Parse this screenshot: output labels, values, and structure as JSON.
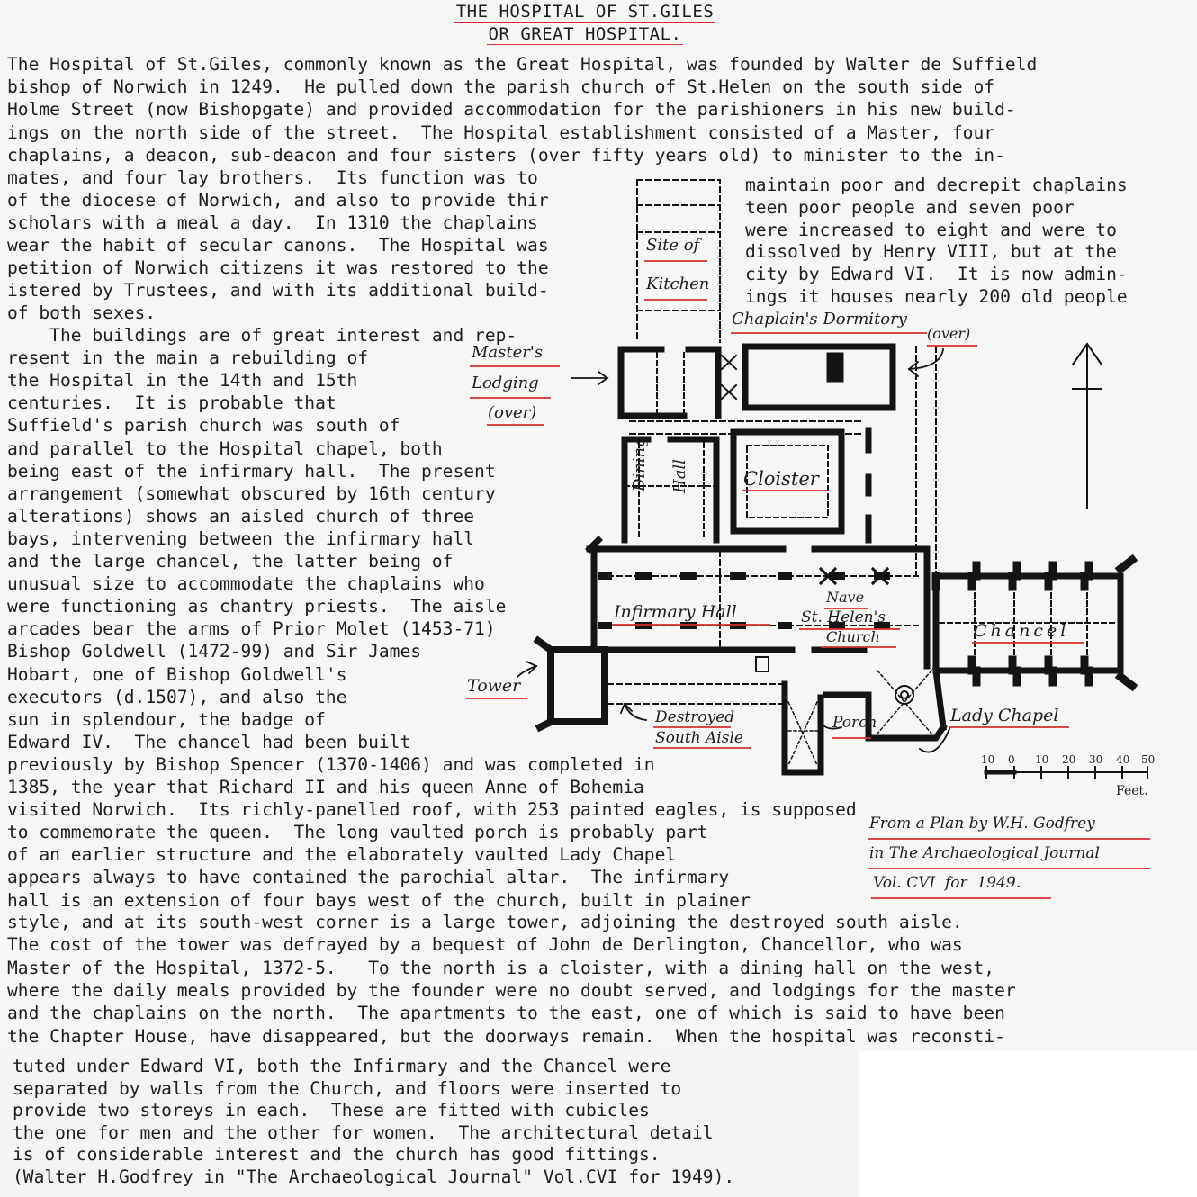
{
  "title": {
    "line1": "THE HOSPITAL OF ST.GILES",
    "line2": "OR GREAT HOSPITAL."
  },
  "lines_top": [
    "The Hospital of St.Giles, commonly known as the Great Hospital, was founded by Walter de Suffield",
    "bishop of Norwich in 1249.  He pulled down the parish church of St.Helen on the south side of",
    "Holme Street (now Bishopgate) and provided accommodation for the parishioners in his new build-",
    "ings on the north side of the street.  The Hospital establishment consisted of a Master, four",
    "chaplains, a deacon, sub-deacon and four sisters (over fifty years old) to minister to the in-"
  ],
  "lines_left_a": [
    "mates, and four lay brothers.  Its function was to",
    "of the diocese of Norwich, and also to provide thir",
    "scholars with a meal a day.  In 1310 the chaplains",
    "wear the habit of secular canons.  The Hospital was",
    "petition of Norwich citizens it was restored to the",
    "istered by Trustees, and with its additional build-",
    "of both sexes."
  ],
  "lines_right_a": [
    "maintain poor and decrepit chaplains",
    "teen poor people and seven poor",
    "were increased to eight and were to",
    "dissolved by Henry VIII, but at the",
    "city by Edward VI.  It is now admin-",
    "ings it houses nearly 200 old people"
  ],
  "lines_left_b": [
    "    The buildings are of great interest and rep-",
    "resent in the main a rebuilding of",
    "the Hospital in the 14th and 15th",
    "centuries.  It is probable that",
    "Suffield's parish church was south of",
    "and parallel to the Hospital chapel, both",
    "being east of the infirmary hall.  The present",
    "arrangement (somewhat obscured by 16th century",
    "alterations) shows an aisled church of three",
    "bays, intervening between the infirmary hall",
    "and the large chancel, the latter being of",
    "unusual size to accommodate the chaplains who",
    "were functioning as chantry priests.  The aisle",
    "arcades bear the arms of Prior Molet (1453-71)",
    "Bishop Goldwell (1472-99) and Sir James",
    "Hobart, one of Bishop Goldwell's",
    "executors (d.1507), and also the",
    "sun in splendour, the badge of",
    "Edward IV.  The chancel had been built",
    "previously by Bishop Spencer (1370-1406) and was completed in",
    "1385, the year that Richard II and his queen Anne of Bohemia",
    "visited Norwich.  Its richly-panelled roof, with 253 painted eagles, is supposed",
    "to commemorate the queen.  The long vaulted porch is probably part",
    "of an earlier structure and the elaborately vaulted Lady Chapel",
    "appears always to have contained the parochial altar.  The infirmary",
    "hall is an extension of four bays west of the church, built in plainer"
  ],
  "lines_bottom": [
    "style, and at its south-west corner is a large tower, adjoining the destroyed south aisle.",
    "The cost of the tower was defrayed by a bequest of John de Derlington, Chancellor, who was",
    "Master of the Hospital, 1372-5.   To the north is a cloister, with a dining hall on the west,",
    "where the daily meals provided by the founder were no doubt served, and lodgings for the master",
    "and the chaplains on the north.  The apartments to the east, one of which is said to have been",
    "the Chapter House, have disappeared, but the doorways remain.  When the hospital was reconsti-"
  ],
  "lines_slip": [
    "tuted under Edward VI, both the Infirmary and the Chancel were",
    "separated by walls from the Church, and floors were inserted to",
    "provide two storeys in each.  These are fitted with cubicles",
    "the one for men and the other for women.  The architectural detail",
    "is of considerable interest and the church has good fittings.",
    "(Walter H.Godfrey in \"The Archaeological Journal\" Vol.CVI for 1949)."
  ],
  "plan": {
    "site_of": "Site of",
    "kitchen": "Kitchen",
    "chaplains_dormitory": "Chaplain's Dormitory",
    "over1": "(over)",
    "masters": "Master's",
    "lodging": "Lodging",
    "over2": "(over)",
    "cloister": "Cloister",
    "dining": "Dining",
    "hall": "Hall",
    "infirmary_hall": "Infirmary Hall",
    "nave": "Nave",
    "st_helens": "St. Helen's",
    "church": "Church",
    "chancel": "Chancel",
    "tower": "Tower",
    "destroyed": "Destroyed",
    "south_aisle": "South Aisle",
    "porch": "Porch",
    "lady_chapel": "Lady Chapel",
    "scale_ticks": [
      "10",
      "0",
      "10",
      "20",
      "30",
      "40",
      "50"
    ],
    "feet": "Feet.",
    "credit1": "From a Plan by W.H. Godfrey",
    "credit2": "in The Archaeological Journal",
    "credit3": "Vol. CVI  for  1949."
  }
}
